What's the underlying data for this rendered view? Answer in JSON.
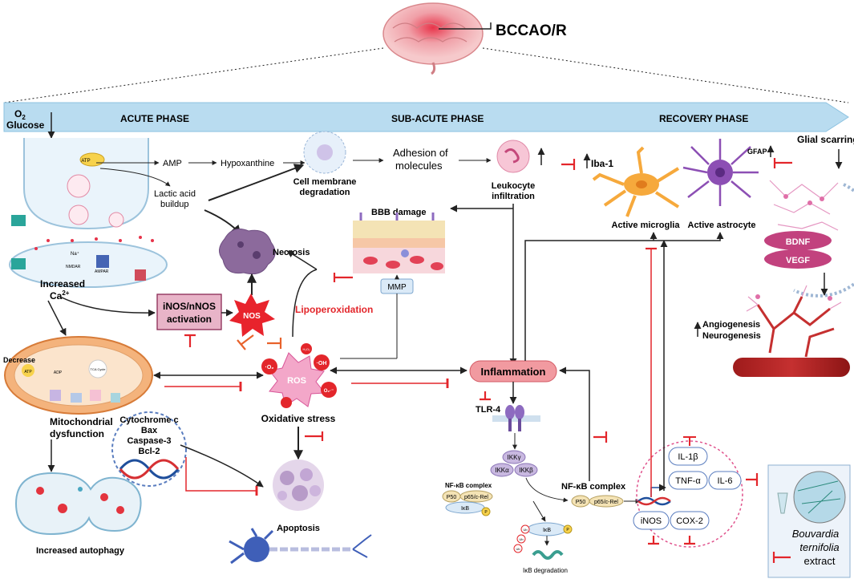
{
  "header": {
    "model_label": "BCCAO/R"
  },
  "phases": {
    "input_o2": "O",
    "input_o2_sub": "2",
    "input_glucose": "Glucose",
    "acute": "ACUTE PHASE",
    "subacute": "SUB-ACUTE PHASE",
    "recovery": "RECOVERY PHASE"
  },
  "synapse": {
    "atp": "ATP",
    "nmda": "NMDAR",
    "na": "Na⁺",
    "ampa": "AMPAR",
    "increased": "Increased",
    "ca": "Ca",
    "ca_sup": "2+"
  },
  "metabolism": {
    "amp": "AMP",
    "hypoxanthine": "Hypoxanthine",
    "lactic1": "Lactic acid",
    "lactic2": "buildup",
    "membrane1": "Cell membrane",
    "membrane2": "degradation",
    "adhesion1": "Adhesion of",
    "adhesion2": "molecules",
    "leuko1": "Leukocyte",
    "leuko2": "infiltration"
  },
  "bbb": {
    "label": "BBB damage",
    "mmp": "MMP"
  },
  "nos": {
    "box1": "iNOS/nNOS",
    "box2": "activation",
    "star": "NOS",
    "necrosis": "Necrosis",
    "lipo": "Lipoperoxidation"
  },
  "ros": {
    "center": "ROS",
    "o2": "·O₂",
    "oh": "·OH",
    "o2b": "O₂·⁻",
    "h2o2": "H₂O₂",
    "oxidative": "Oxidative stress"
  },
  "mito": {
    "decrease": "Decrease",
    "atp": "ATP",
    "adp": "ADP",
    "tca": "TCA Cycle",
    "dys1": "Mitochondrial",
    "dys2": "dysfunction",
    "autophagy": "Increased autophagy"
  },
  "apoptosis": {
    "cyt": "Cytochrome c",
    "bax": "Bax",
    "casp": "Caspase-3",
    "bcl": "Bcl-2",
    "label": "Apoptosis"
  },
  "inflammation": {
    "label": "Inflammation",
    "tlr": "TLR-4",
    "ikkg": "IKKγ",
    "ikka": "IKKα",
    "ikkb": "IKKβ",
    "nfkb_small": "NF-κB complex",
    "nfkb": "NF-κB complex",
    "p50": "P50",
    "p65": "p65/c-Rel",
    "ikb": "IκB",
    "p": "P",
    "ub": "Ub",
    "ikb_deg": "IκB degradation"
  },
  "cytokines": {
    "il1b": "IL-1β",
    "tnfa": "TNF-α",
    "il6": "IL-6",
    "inos": "iNOS",
    "cox2": "COX-2"
  },
  "glia": {
    "iba": "Iba-1",
    "microglia": "Active microglia",
    "astrocyte": "Active astrocyte",
    "gfap": "GFAP",
    "scarring": "Glial scarring",
    "bdnf": "BDNF",
    "vegf": "VEGF",
    "angio": "Angiogenesis",
    "neuro": "Neurogenesis"
  },
  "treatment": {
    "line1": "Bouvardia",
    "line2": "ternifolia",
    "line3": "extract"
  },
  "colors": {
    "phase_bar": "#b9dcf0",
    "inhibit": "#e3262b",
    "box_pink": "#e8b4c8",
    "inflam": "#f19aa0",
    "blue_box": "#dbeaf7",
    "purple": "#c8b8e0",
    "tan": "#f4e3b5"
  }
}
